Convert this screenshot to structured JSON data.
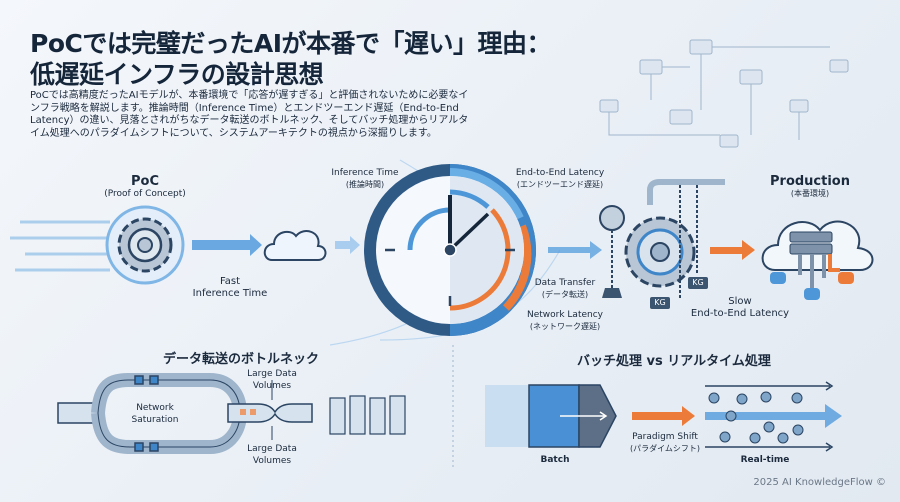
{
  "header": {
    "title_line1": "PoCでは完璧だったAIが本番で「遅い」理由：",
    "title_line2": "低遅延インフラの設計思想",
    "description": "PoCでは高精度だったAIモデルが、本番環境で「応答が遅すぎる」と評価されないために必要なインフラ戦略を解説します。推論時間（Inference Time）とエンドツーエンド遅延（End-to-End Latency）の違い、見落とされがちなデータ転送のボトルネック、そしてバッチ処理からリアルタイム処理へのパラダイムシフトについて、システムアーキテクトの視点から深掘りします。"
  },
  "poc": {
    "title": "PoC",
    "subtitle": "(Proof of Concept)",
    "caption_line1": "Fast",
    "caption_line2": "Inference Time"
  },
  "clock": {
    "inference_label": "Inference Time",
    "inference_sub": "(推論時間)",
    "e2e_label": "End-to-End Latency",
    "e2e_sub": "(エンドツーエンド遅延)",
    "data_transfer_label": "Data Transfer",
    "data_transfer_sub": "(データ転送)",
    "network_label": "Network Latency",
    "network_sub": "(ネットワーク遅延)"
  },
  "production": {
    "title": "Production",
    "subtitle": "(本番環境)",
    "caption_line1": "Slow",
    "caption_line2": "End-to-End Latency",
    "weight_label": "KG"
  },
  "bottleneck": {
    "title": "データ転送のボトルネック",
    "saturation_line1": "Network",
    "saturation_line2": "Saturation",
    "large_top_line1": "Large Data",
    "large_top_line2": "Volumes",
    "large_bottom_line1": "Large Data",
    "large_bottom_line2": "Volumes"
  },
  "processing": {
    "title": "バッチ処理 vs リアルタイム処理",
    "batch_label": "Batch",
    "shift_label": "Paradigm Shift",
    "shift_sub": "(パラダイムシフト)",
    "realtime_label": "Real-time"
  },
  "footer": {
    "copyright": "2025 AI KnowledgeFlow ©"
  },
  "colors": {
    "navy": "#2b4563",
    "blue": "#3f86c9",
    "light_blue": "#8fc0ea",
    "orange": "#ec7b3a",
    "background": "#eef2f7"
  }
}
